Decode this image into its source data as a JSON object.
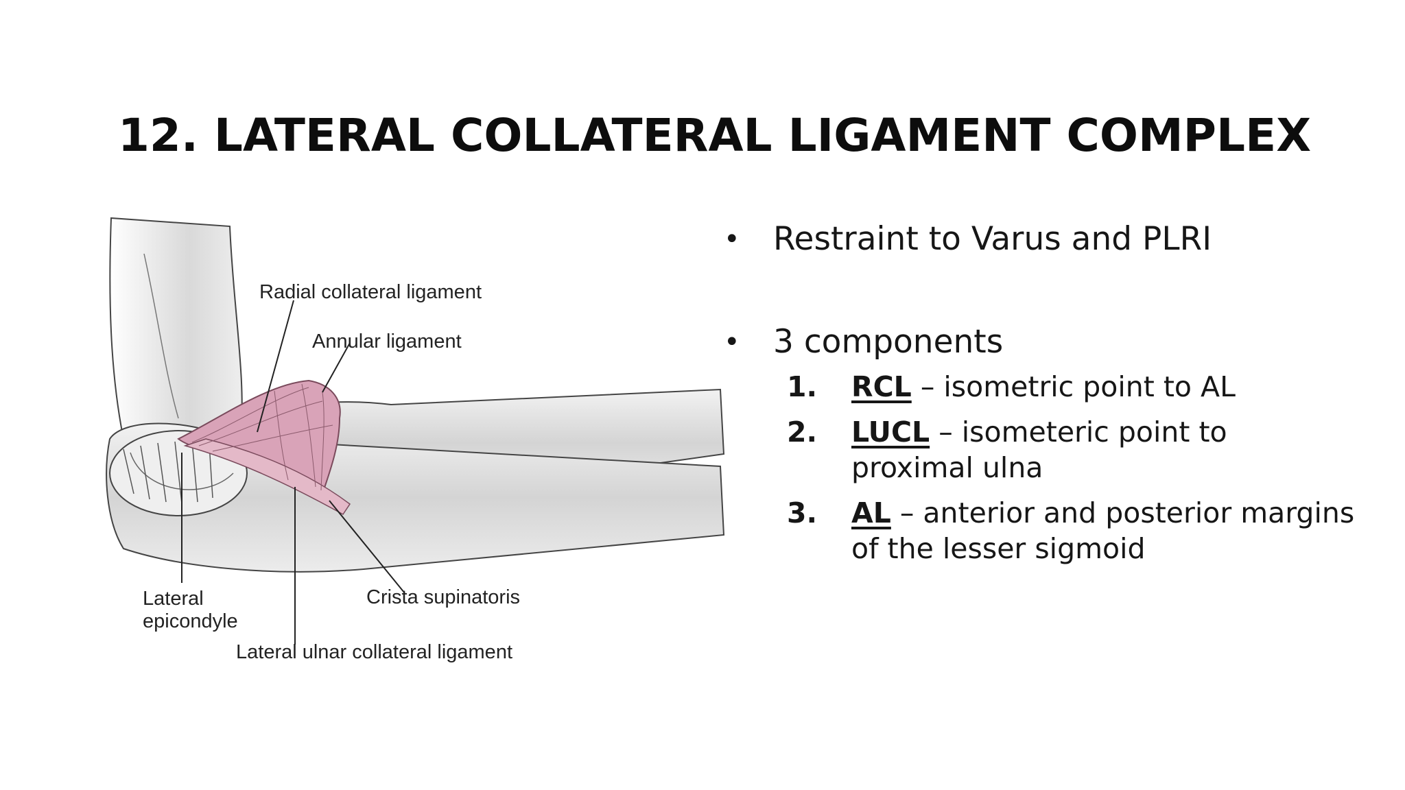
{
  "slide": {
    "title": "12. LATERAL COLLATERAL LIGAMENT COMPLEX"
  },
  "figure": {
    "labels": {
      "radial_collateral": "Radial collateral ligament",
      "annular": "Annular ligament",
      "lateral_epicondyle_line1": "Lateral",
      "lateral_epicondyle_line2": "epicondyle",
      "crista_supinatoris": "Crista supinatoris",
      "lateral_ulnar_collateral": "Lateral ulnar collateral ligament"
    },
    "colors": {
      "ligament": "#d9a3b8",
      "bone_shade": "#cfcfcf",
      "outline": "#333333"
    }
  },
  "bullets": [
    {
      "marker": "•",
      "text": "Restraint to Varus and PLRI"
    },
    {
      "marker": "•",
      "text": "3 components",
      "items": [
        {
          "number": "1.",
          "term": "RCL",
          "rest": " – isometric point to AL"
        },
        {
          "number": "2.",
          "term": "LUCL",
          "rest": " – isometeric point to proximal ulna"
        },
        {
          "number": "3.",
          "term": "AL",
          "rest": " – anterior and posterior margins of the lesser sigmoid"
        }
      ]
    }
  ]
}
